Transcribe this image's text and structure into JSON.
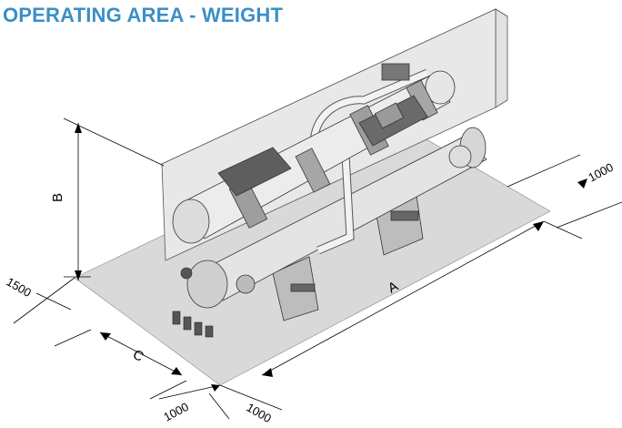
{
  "header": {
    "title": "OPERATING AREA - WEIGHT"
  },
  "dimensions": {
    "a_label": "A",
    "b_label": "B",
    "c_label": "C",
    "left_clearance": "1500",
    "right_clearance": "1000",
    "front_clearance_left": "1000",
    "front_clearance_right": "1000"
  },
  "colors": {
    "title": "#3b8fc7",
    "floor": "#d9d9d9",
    "box": "#e6e6e6"
  }
}
